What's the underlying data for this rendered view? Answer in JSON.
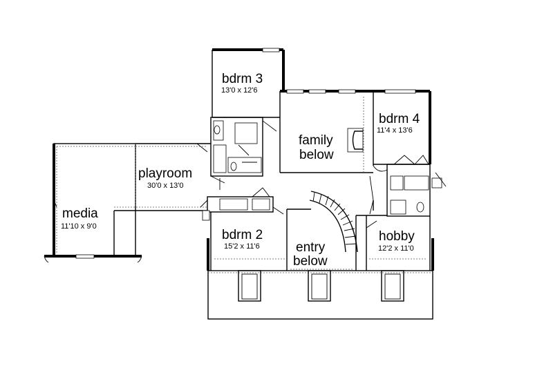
{
  "rooms": {
    "bdrm3": {
      "name": "bdrm 3",
      "dims": "13'0 x 12'6"
    },
    "bdrm4": {
      "name": "bdrm 4",
      "dims": "11'4 x 13'6"
    },
    "family": {
      "line1": "family",
      "line2": "below"
    },
    "playroom": {
      "name": "playroom",
      "dims": "30'0 x 13'0"
    },
    "media": {
      "name": "media",
      "dims": "11'10 x 9'0"
    },
    "bdrm2": {
      "name": "bdrm 2",
      "dims": "15'2 x 11'6"
    },
    "entry": {
      "line1": "entry",
      "line2": "below"
    },
    "hobby": {
      "name": "hobby",
      "dims": "12'2 x 11'0"
    }
  }
}
